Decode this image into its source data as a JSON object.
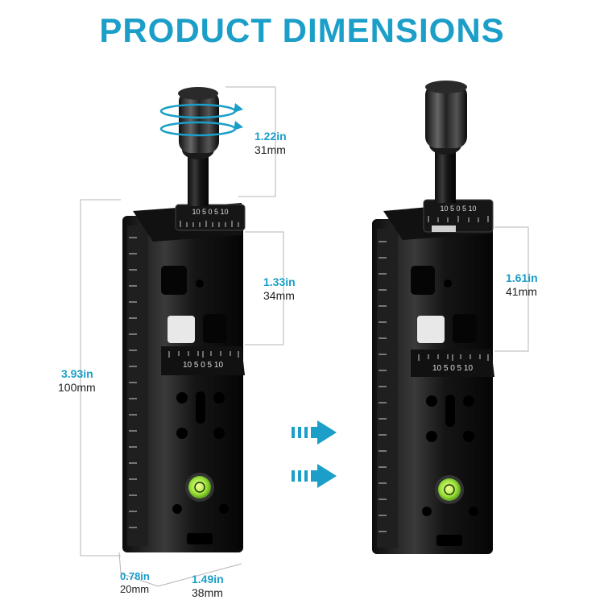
{
  "title": "PRODUCT DIMENSIONS",
  "dimensions": {
    "knob": {
      "in": "1.22in",
      "mm": "31mm"
    },
    "clamp_closed": {
      "in": "1.33in",
      "mm": "34mm"
    },
    "clamp_open": {
      "in": "1.61in",
      "mm": "41mm"
    },
    "height": {
      "in": "3.93in",
      "mm": "100mm"
    },
    "depth": {
      "in": "0.78in",
      "mm": "20mm"
    },
    "width": {
      "in": "1.49in",
      "mm": "38mm"
    }
  },
  "scale_top": "10 5 0 5 10",
  "scale_bottom": "10 5 0 5 10",
  "colors": {
    "accent": "#1b9ec8",
    "body": "#1a1a1a",
    "bubble": "#9be13a"
  }
}
